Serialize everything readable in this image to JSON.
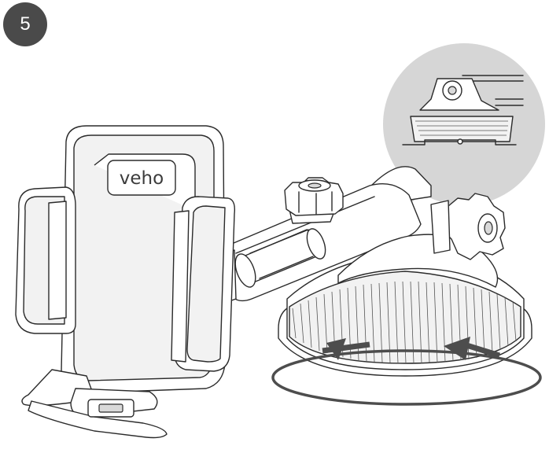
{
  "step": {
    "number": "5"
  },
  "product": {
    "brand_text": "veho"
  },
  "colors": {
    "badge": "#4a4a4a",
    "badge_text": "#ffffff",
    "line_art": "#2b2b2b",
    "callout_bubble": "#d6d6d6",
    "arrows": "#4d4d4d"
  },
  "icons": {
    "rotation_indicator": "rotate-arrows-icon",
    "detail_view": "callout-bubble"
  }
}
